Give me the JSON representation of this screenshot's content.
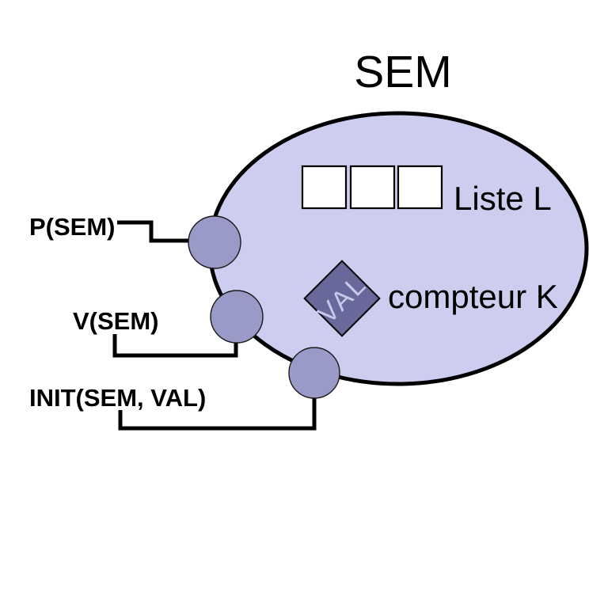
{
  "diagram": {
    "title": "SEM",
    "liste_label": "Liste L",
    "compteur_label": "compteur K",
    "val_label": "VAL",
    "list_cell_count": 3
  },
  "operations": [
    {
      "label": "P(SEM)"
    },
    {
      "label": "V(SEM)"
    },
    {
      "label": "INIT(SEM, VAL)"
    }
  ],
  "colors": {
    "ellipse_fill": "#cdcdf0",
    "port_fill": "#9a9ac8",
    "diamond_fill": "#68689a",
    "val_text": "#c8c8eb",
    "outline": "#000000"
  }
}
